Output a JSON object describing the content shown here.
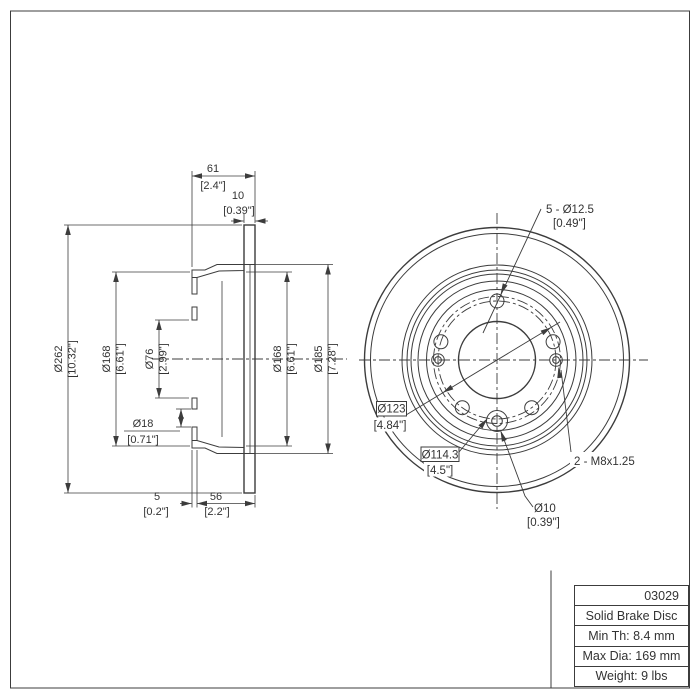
{
  "section_view": {
    "width_total": {
      "mm": "61",
      "inch": "[2.4\"]"
    },
    "disc_thickness": {
      "mm": "10",
      "inch": "[0.39\"]"
    },
    "outer_diameter": {
      "mm": "Ø262",
      "inch": "[10.32\"]"
    },
    "hat_diameter_left": {
      "mm": "Ø168",
      "inch": "[6.61\"]"
    },
    "center_bore": {
      "mm": "Ø76",
      "inch": "[2.99\"]"
    },
    "lug_hole": {
      "mm": "Ø18",
      "inch": "[0.71\"]"
    },
    "hat_diameter_right": {
      "mm": "Ø168",
      "inch": "[6.61\"]"
    },
    "inner_diameter": {
      "mm": "Ø185",
      "inch": "[7.28\"]"
    },
    "flange_thickness": {
      "mm": "5",
      "inch": "[0.2\"]"
    },
    "hat_depth": {
      "mm": "56",
      "inch": "[2.2\"]"
    }
  },
  "front_view": {
    "lug_holes": {
      "line1": "5 - Ø12.5",
      "line2": "[0.49\"]"
    },
    "bolt_circle": {
      "mm": "Ø114.3",
      "inch": "[4.5\"]"
    },
    "flange_circle": {
      "mm": "Ø123",
      "inch": "[4.84\"]"
    },
    "thread_holes": "2 - M8x1.25",
    "pilot_hole": {
      "mm": "Ø10",
      "inch": "[0.39\"]"
    }
  },
  "title_block": {
    "part_number": "03029",
    "description": "Solid Brake Disc",
    "min_thickness": "Min Th: 8.4 mm",
    "max_diameter": "Max Dia: 169 mm",
    "weight": "Weight: 9 lbs"
  }
}
